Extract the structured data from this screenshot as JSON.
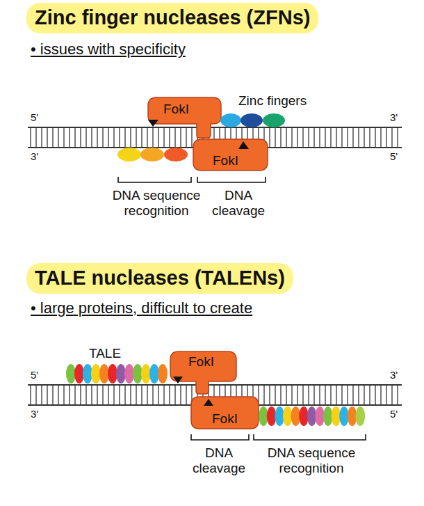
{
  "diagram": {
    "nodes": [
      {
        "text": [
          "Zinc finger nucleases (ZFNs)"
        ]
      },
      {
        "text": [
          "FokI"
        ]
      },
      {
        "text": [
          "FokI"
        ]
      },
      {
        "text": [
          "TALE nucleases (TALENs)"
        ]
      },
      {
        "text": [
          "FokI"
        ]
      },
      {
        "text": [
          "FokI"
        ]
      }
    ],
    "labels": [
      "• issues with specificity",
      "Zinc fingers",
      "5'",
      "3'",
      "3'",
      "5'",
      "DNA sequence recognition",
      "DNA cleavage",
      "• large proteins, difficult to create",
      "TALE",
      "5'",
      "3'",
      "3'",
      "5'",
      "DNA cleavage",
      "DNA sequence recognition"
    ]
  }
}
